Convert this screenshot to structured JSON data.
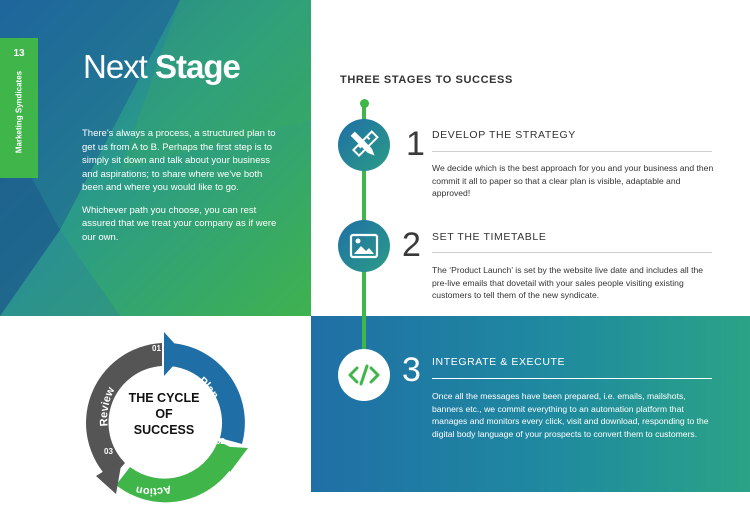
{
  "page": {
    "number": "13",
    "section_label": "Marketing Syndicates"
  },
  "title": {
    "light": "Next",
    "bold": "Stage"
  },
  "intro": {
    "paragraph1": "There's always a process, a structured plan to get us from A to B. Perhaps the first step is to simply sit down and talk about your business and aspirations;  to share where we've both been and where you would like to go.",
    "paragraph2": "Whichever path you choose, you can rest assured that we treat your company as if were our own."
  },
  "stages_title": "THREE STAGES TO SUCCESS",
  "stages": [
    {
      "number": "1",
      "heading": "DEVELOP THE STRATEGY",
      "description": "We decide which is the best approach for you and your business and then commit it all to paper so that a clear plan is visible, adaptable and approved!",
      "icon": "pencil-ruler-icon"
    },
    {
      "number": "2",
      "heading": "SET THE TIMETABLE",
      "description": "The ‘Product Launch’ is set by the website live date and includes all the pre-live emails that dovetail with your sales people visiting existing customers to tell them of the new syndicate.",
      "icon": "image-icon"
    },
    {
      "number": "3",
      "heading": "INTEGRATE & EXECUTE",
      "description": "Once all the messages have been prepared, i.e. emails, mailshots, banners etc., we commit everything to an automation platform that manages and monitors every click, visit and download, responding to the digital body language of your prospects to convert them to customers.",
      "icon": "code-icon"
    }
  ],
  "cycle": {
    "center_line1": "THE CYCLE",
    "center_line2": "OF",
    "center_line3": "SUCCESS",
    "segments": [
      {
        "label": "Plan",
        "number": "01",
        "color": "#1f6fa6"
      },
      {
        "label": "Action",
        "number": "02",
        "color": "#3fb54a"
      },
      {
        "label": "Review",
        "number": "03",
        "color": "#555555"
      }
    ]
  },
  "colors": {
    "green": "#3fb54a",
    "blue": "#1f6fa6",
    "teal": "#2b9c86",
    "grey": "#555555"
  }
}
